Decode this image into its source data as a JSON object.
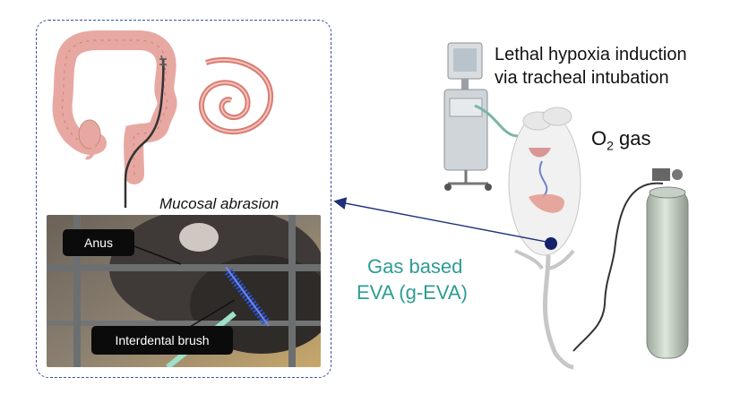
{
  "labels": {
    "mucosal_abrasion": "Mucosal abrasion",
    "anus": "Anus",
    "interdental_brush": "Interdental brush",
    "lethal_line1": "Lethal hypoxia induction",
    "lethal_line2": "via tracheal intubation",
    "o2_main": "O",
    "o2_sub": "2",
    "o2_suffix": " gas",
    "gas_based": "Gas based",
    "geva": "EVA (g-EVA)"
  },
  "colors": {
    "panel_border": "#3a4fa0",
    "arrow": "#1f2f7a",
    "teal_text": "#2f9c94",
    "colon": "#e8a8a2",
    "colon_stroke": "#c98780",
    "label_bg": "#0b0b0b",
    "brush": "#2a52d8",
    "tube": "#9fe0c8"
  }
}
